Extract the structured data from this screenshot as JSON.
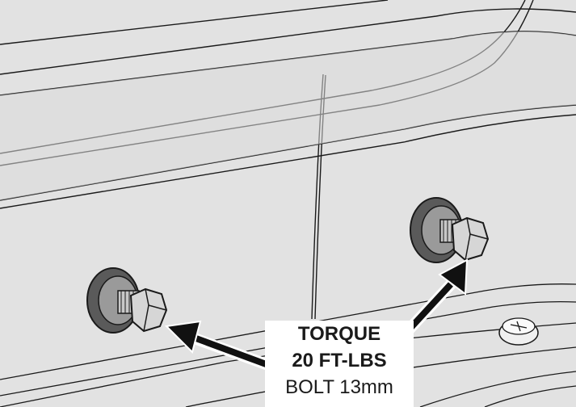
{
  "callout": {
    "line1": "TORQUE",
    "line2": "20 FT-LBS",
    "line3": "BOLT 13mm"
  },
  "colors": {
    "background": "#e2e2e2",
    "line": "#1a1a1a",
    "bolt_dark": "#5a5a5a",
    "bolt_light": "#d6d6d6",
    "arrow": "#111111"
  }
}
